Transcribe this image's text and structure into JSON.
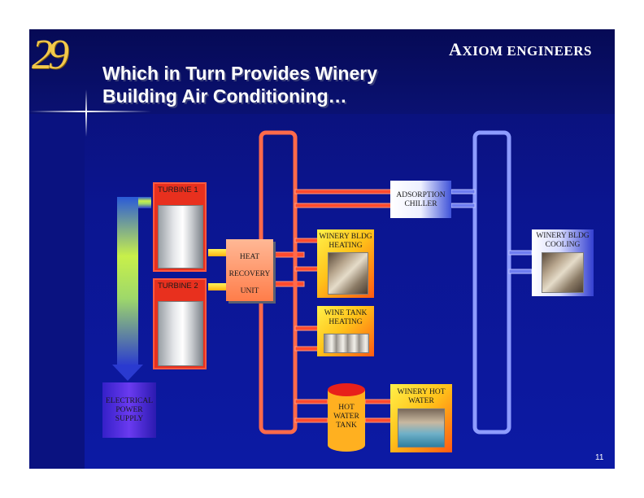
{
  "slide": {
    "number_badge": "29",
    "brand_first": "A",
    "brand_rest": "XIOM ENGINEERS",
    "title_line1": "Which in Turn Provides Winery",
    "title_line2": "Building Air Conditioning…",
    "page_number": "11"
  },
  "diagram": {
    "turbine1": "TURBINE 1",
    "turbine2": "TURBINE 2",
    "heat_recovery": [
      "HEAT",
      "RECOVERY",
      "UNIT"
    ],
    "electrical": [
      "ELECTRICAL",
      "POWER",
      "SUPPLY"
    ],
    "adsorption": [
      "ADSORPTION",
      "CHILLER"
    ],
    "bldg_heating": [
      "WINERY BLDG",
      "HEATING"
    ],
    "tank_heating": [
      "WINE TANK",
      "HEATING"
    ],
    "hot_water_tank": [
      "HOT",
      "WATER",
      "TANK"
    ],
    "hot_water": [
      "WINERY HOT",
      "WATER"
    ],
    "bldg_cooling": [
      "WINERY BLDG",
      "COOLING"
    ]
  },
  "colors": {
    "hot_loop": "#ff5a3a",
    "cold_loop": "#8e9cff",
    "title": "#ffffff",
    "badge": "#f2c84b"
  }
}
